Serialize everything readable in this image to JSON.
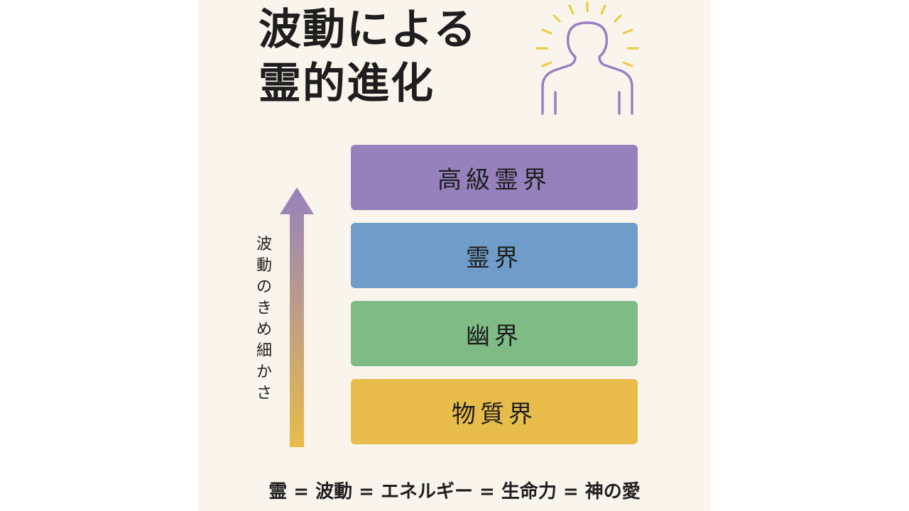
{
  "title": {
    "line1": "波動による",
    "line2": "霊的進化"
  },
  "levels": [
    {
      "label": "高級霊界",
      "color": "#9681bd"
    },
    {
      "label": "霊界",
      "color": "#6f9cc8"
    },
    {
      "label": "幽界",
      "color": "#7fbb85"
    },
    {
      "label": "物質界",
      "color": "#e8bc4a"
    }
  ],
  "axis": {
    "label_chars": [
      "波",
      "動",
      "の",
      "き",
      "め",
      "細",
      "か",
      "さ"
    ],
    "color_top": "#9681bd",
    "color_bottom": "#e8bc4a"
  },
  "figure": {
    "icon": "glowing-person-icon",
    "outline_color": "#9a7fc4",
    "ray_color": "#f0c93a"
  },
  "formula": "霊 = 波動 = エネルギー = 生命力 = 神の愛"
}
